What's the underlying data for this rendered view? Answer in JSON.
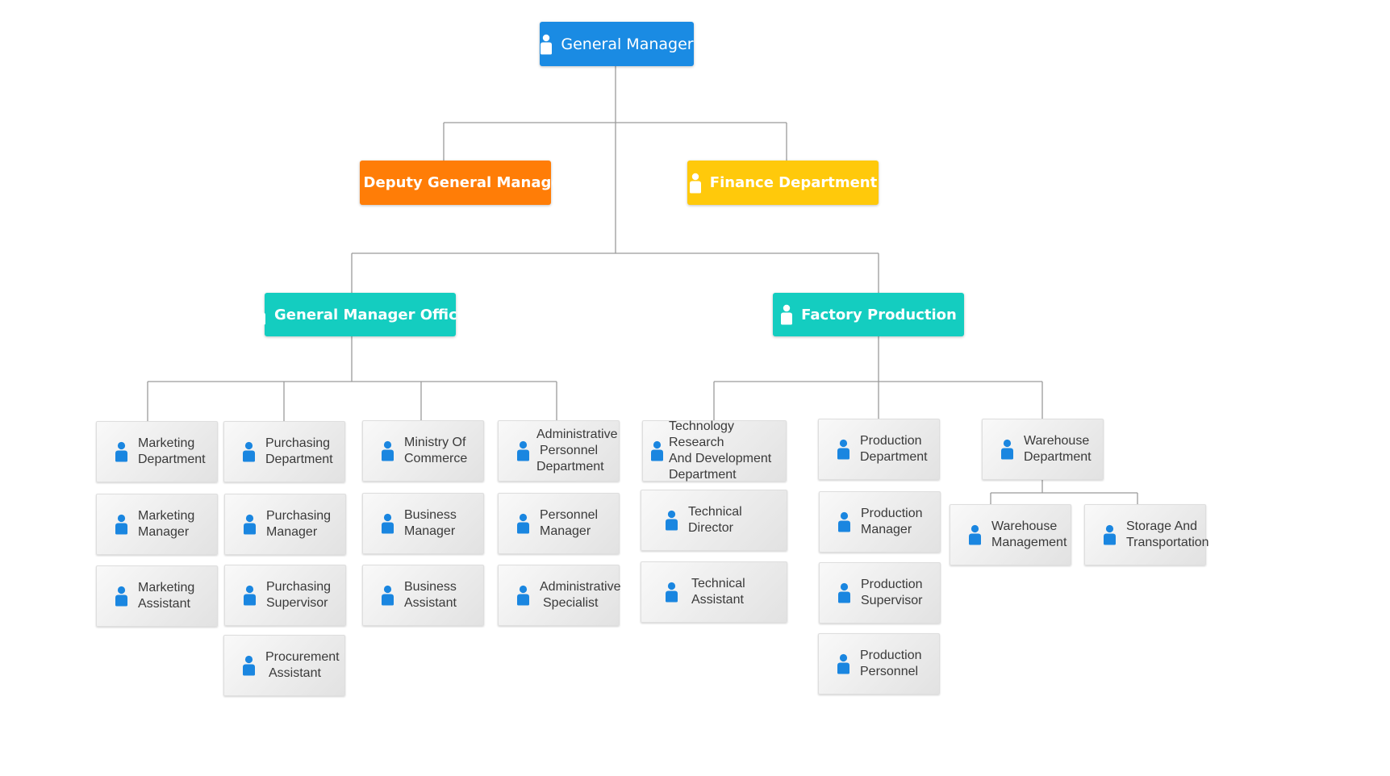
{
  "colors": {
    "general_manager": "#1a8be3",
    "deputy": "#ff7d07",
    "finance": "#ffc90b",
    "office": "#14cdc0",
    "leaf_icon": "#1a86e0",
    "connector": "#9a9a9a"
  },
  "nodes": {
    "general_manager": "General Manager",
    "deputy_general_manager": "Deputy General Manager",
    "finance_department": "Finance Department",
    "general_manager_office": "General Manager Office",
    "factory_production": "Factory Production",
    "marketing_department": [
      "Marketing",
      "Department"
    ],
    "marketing_manager": [
      "Marketing",
      "Manager"
    ],
    "marketing_assistant": [
      "Marketing",
      "Assistant"
    ],
    "purchasing_department": [
      "Purchasing",
      "Department"
    ],
    "purchasing_manager": [
      "Purchasing",
      "Manager"
    ],
    "purchasing_supervisor": [
      "Purchasing",
      "Supervisor"
    ],
    "procurement_assistant": [
      "Procurement",
      "Assistant"
    ],
    "ministry_of_commerce": [
      "Ministry Of",
      "Commerce"
    ],
    "business_manager": [
      "Business",
      "Manager"
    ],
    "business_assistant": [
      "Business",
      "Assistant"
    ],
    "administrative_personnel_department": [
      "Administrative",
      "Personnel",
      "Department"
    ],
    "personnel_manager": [
      "Personnel",
      "Manager"
    ],
    "administrative_specialist": [
      "Administrative",
      "Specialist"
    ],
    "technology_rd_department": [
      "Technology Research",
      "And Development",
      "Department"
    ],
    "technical_director": [
      "Technical",
      "Director"
    ],
    "technical_assistant": [
      "Technical",
      "Assistant"
    ],
    "production_department": [
      "Production",
      "Department"
    ],
    "production_manager": [
      "Production",
      "Manager"
    ],
    "production_supervisor": [
      "Production",
      "Supervisor"
    ],
    "production_personnel": [
      "Production",
      "Personnel"
    ],
    "warehouse_department": [
      "Warehouse",
      "Department"
    ],
    "warehouse_management": [
      "Warehouse",
      "Management"
    ],
    "storage_and_transportation": [
      "Storage And",
      "Transportation"
    ]
  },
  "icons": {
    "lead": "person-icon",
    "leaf": "person-icon"
  }
}
